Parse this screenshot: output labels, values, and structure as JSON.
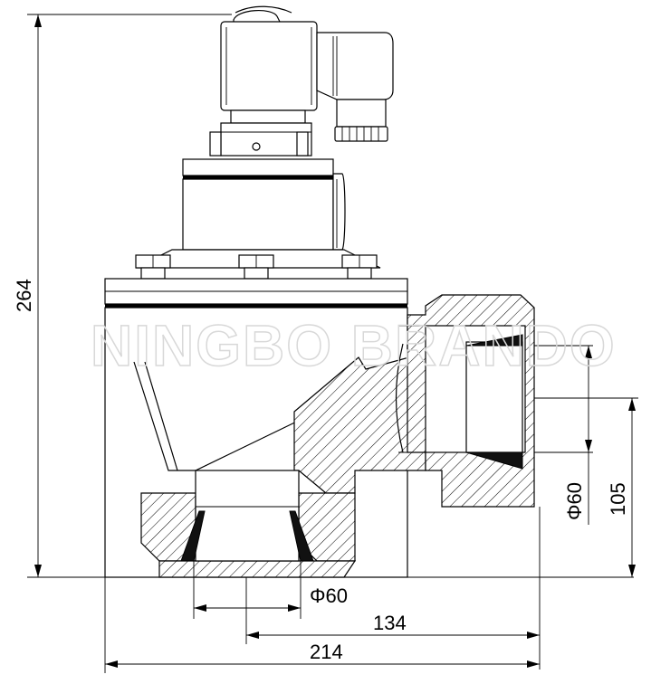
{
  "dimensions": {
    "overall_height": "264",
    "outlet_height": "105",
    "outlet_diameter": "Φ60",
    "inlet_diameter": "Φ60",
    "inlet_offset": "134",
    "overall_width": "214"
  },
  "watermark": "NINGBO BRANDO"
}
